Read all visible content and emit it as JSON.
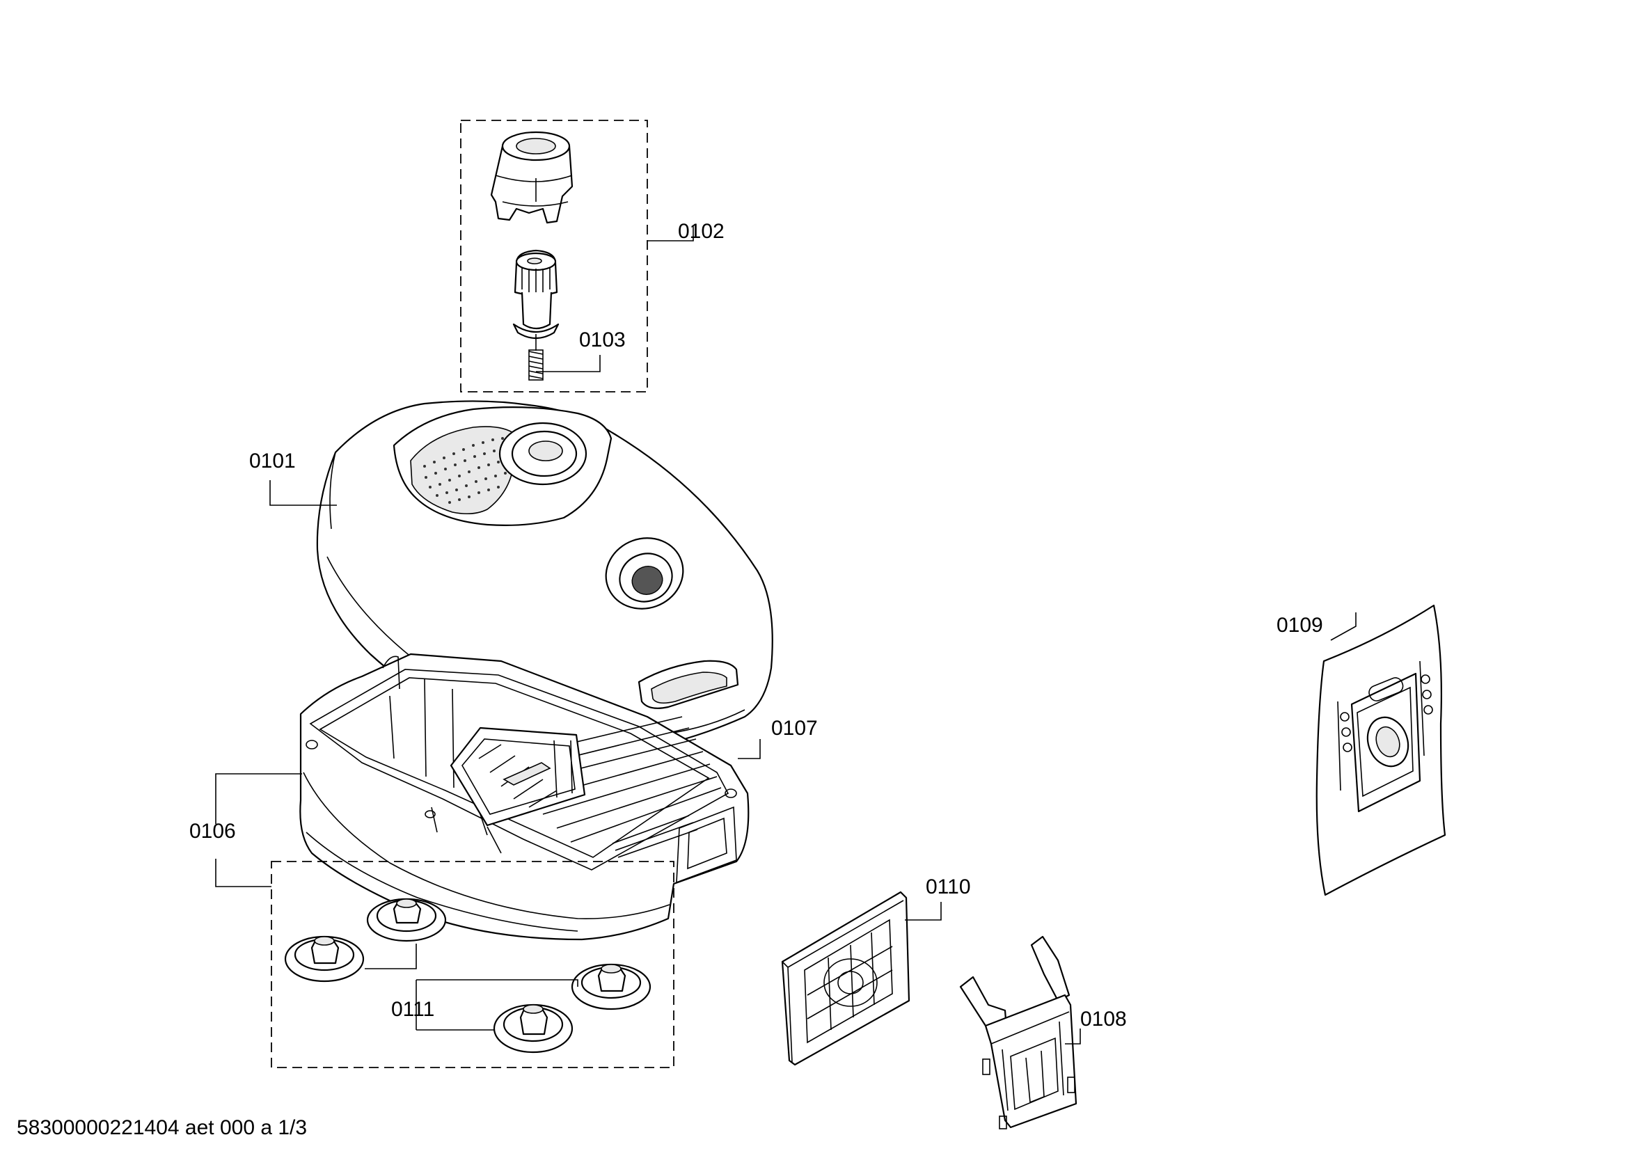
{
  "callouts": {
    "p0101": "0101",
    "p0102": "0102",
    "p0103": "0103",
    "p0106": "0106",
    "p0107": "0107",
    "p0108": "0108",
    "p0109": "0109",
    "p0110": "0110",
    "p0111": "0111"
  },
  "footer": {
    "drawing_id": "58300000221404 aet 000 a 1/3"
  }
}
